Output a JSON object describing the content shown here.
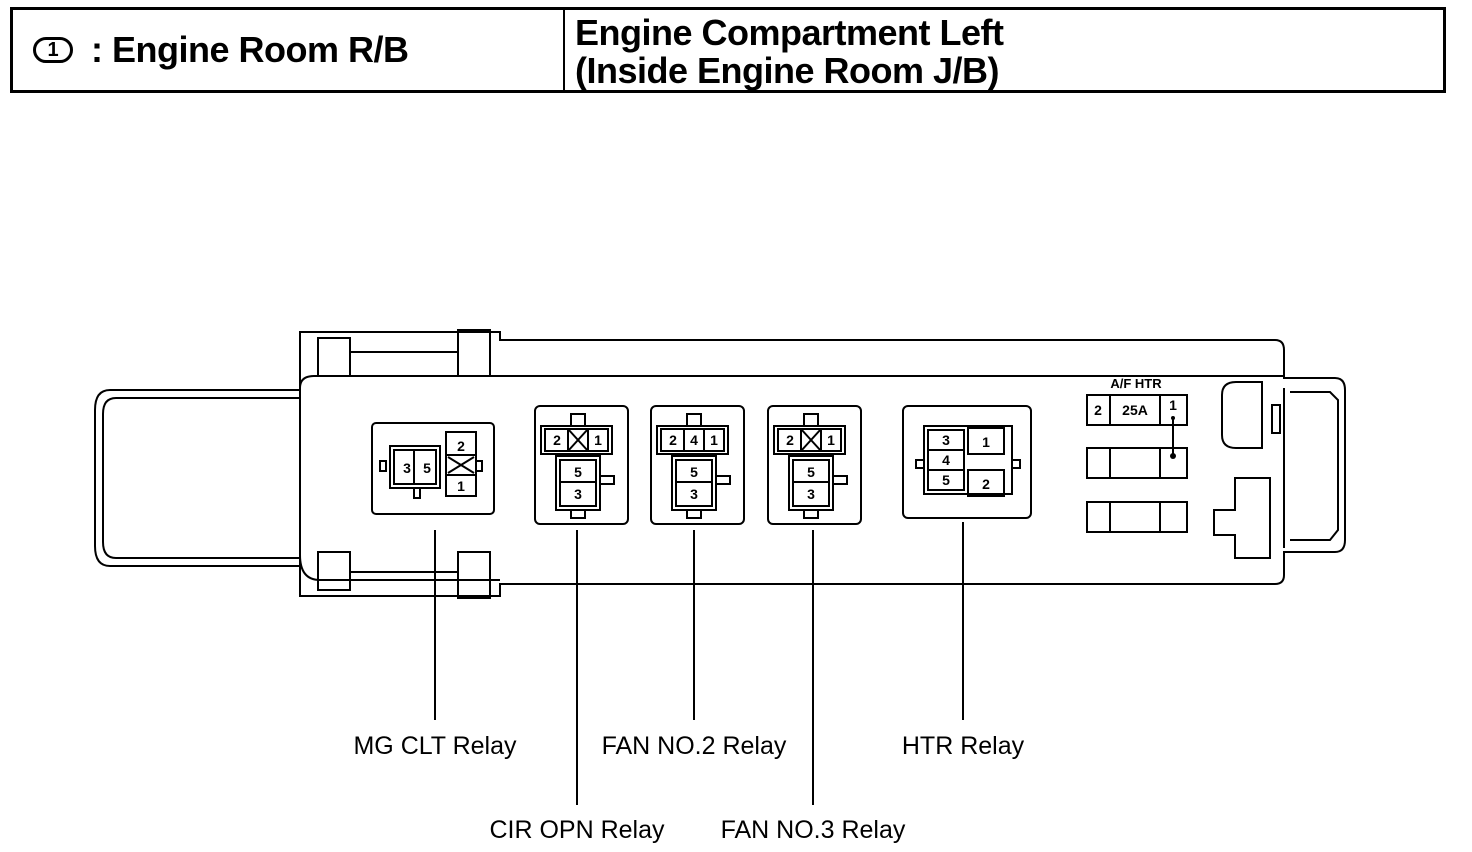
{
  "header": {
    "connector_code": "1",
    "left_title": ": Engine Room R/B",
    "right_line1": "Engine Compartment Left",
    "right_line2": "(Inside Engine Room J/B)"
  },
  "relays": [
    {
      "id": "mg-clt",
      "label": "MG CLT Relay",
      "pins": [
        "3",
        "5",
        "2",
        "1"
      ]
    },
    {
      "id": "cir-opn",
      "label": "CIR OPN Relay",
      "pins": [
        "2",
        "1",
        "5",
        "3"
      ]
    },
    {
      "id": "fan-no2",
      "label": "FAN NO.2 Relay",
      "pins": [
        "2",
        "4",
        "1",
        "5",
        "3"
      ]
    },
    {
      "id": "fan-no3",
      "label": "FAN NO.3 Relay",
      "pins": [
        "2",
        "1",
        "5",
        "3"
      ]
    },
    {
      "id": "htr",
      "label": "HTR Relay",
      "pins": [
        "3",
        "4",
        "5",
        "1",
        "2"
      ]
    }
  ],
  "fuse": {
    "label": "A/F HTR",
    "rating": "25A",
    "pin_left": "2",
    "pin_right": "1"
  }
}
